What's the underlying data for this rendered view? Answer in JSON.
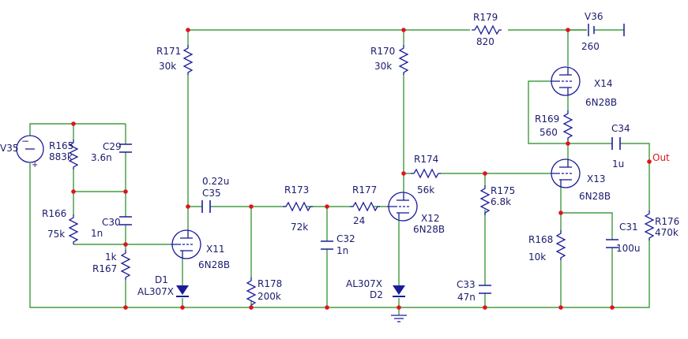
{
  "colors": {
    "wire": "#1f8a1f",
    "component": "#1b1b9a",
    "node": "#e0141e",
    "label": "#1b1b6e",
    "out_label": "#e0141e"
  },
  "sources": {
    "v35": {
      "name": "V35"
    },
    "v36": {
      "name": "V36",
      "value": "260"
    }
  },
  "resistors": {
    "r165": {
      "name": "R165",
      "value": "883k"
    },
    "r166": {
      "name": "R166",
      "value": "75k"
    },
    "r167": {
      "name": "R167",
      "value": "1k"
    },
    "r171": {
      "name": "R171",
      "value": "30k"
    },
    "r173": {
      "name": "R173",
      "value": "72k"
    },
    "r177": {
      "name": "R177",
      "value": "24"
    },
    "r178": {
      "name": "R178",
      "value": "200k"
    },
    "r170": {
      "name": "R170",
      "value": "30k"
    },
    "r174": {
      "name": "R174",
      "value": "56k"
    },
    "r175": {
      "name": "R175",
      "value": "6.8k"
    },
    "r179": {
      "name": "R179",
      "value": "820"
    },
    "r169": {
      "name": "R169",
      "value": "560"
    },
    "r168": {
      "name": "R168",
      "value": "10k"
    },
    "r176": {
      "name": "R176",
      "value": "470k"
    }
  },
  "capacitors": {
    "c29": {
      "name": "C29",
      "value": "3.6n"
    },
    "c30": {
      "name": "C30",
      "value": "1n"
    },
    "c35": {
      "name": "C35",
      "value": "0.22u"
    },
    "c32": {
      "name": "C32",
      "value": "1n"
    },
    "c33": {
      "name": "C33",
      "value": "47n"
    },
    "c34": {
      "name": "C34",
      "value": "1u"
    },
    "c31": {
      "name": "C31",
      "value": "100u"
    }
  },
  "tubes": {
    "x11": {
      "name": "X11",
      "type": "6N28B"
    },
    "x12": {
      "name": "X12",
      "type": "6N28B"
    },
    "x13": {
      "name": "X13",
      "type": "6N28B"
    },
    "x14": {
      "name": "X14",
      "type": "6N28B"
    }
  },
  "diodes": {
    "d1": {
      "name": "D1",
      "type": "AL307X"
    },
    "d2": {
      "name": "D2",
      "type": "AL307X"
    }
  },
  "output": {
    "label": "Out"
  },
  "source_polarity": {
    "minus": "−",
    "plus": "+"
  }
}
